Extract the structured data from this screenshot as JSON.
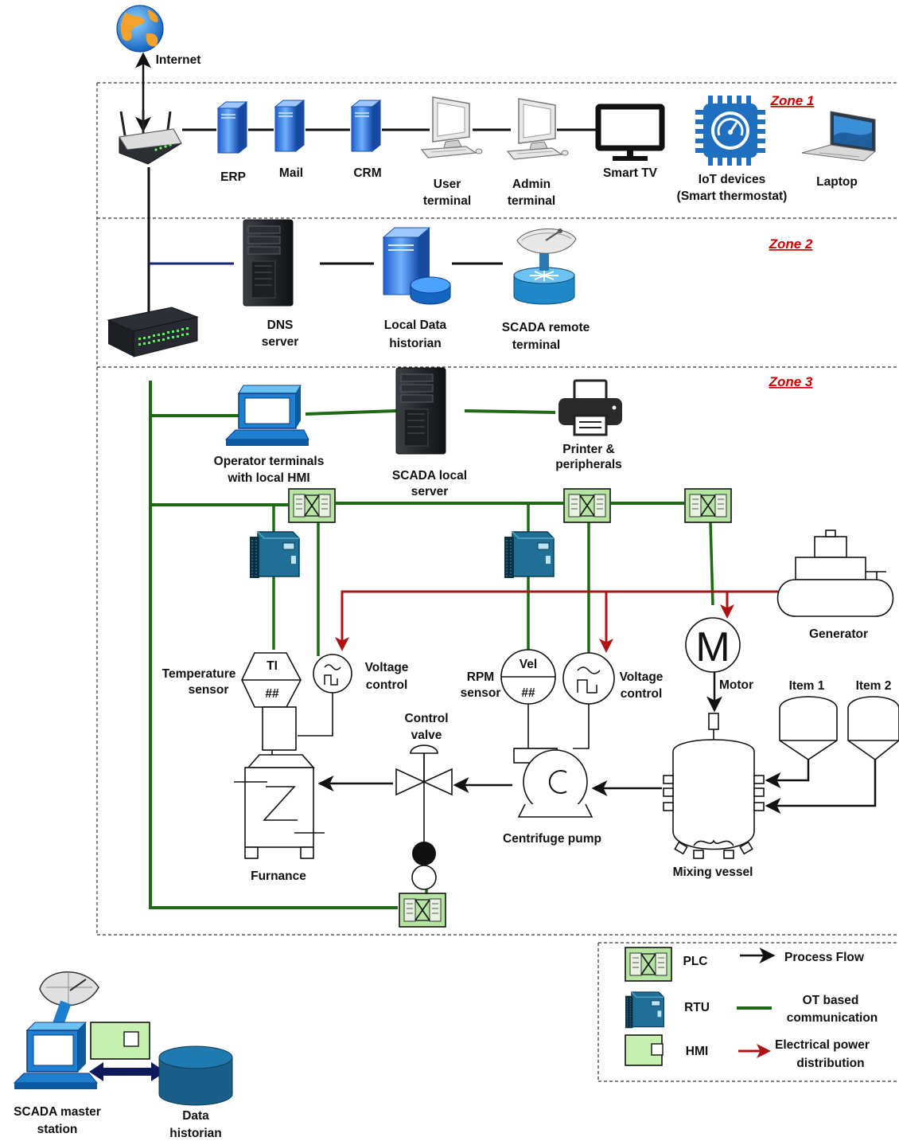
{
  "zones": {
    "zone1": "Zone 1",
    "zone2": "Zone 2",
    "zone3": "Zone 3"
  },
  "zone1_nodes": {
    "internet": "Internet",
    "erp": "ERP",
    "mail": "Mail",
    "crm": "CRM",
    "user_terminal": [
      "User",
      "terminal"
    ],
    "admin_terminal": [
      "Admin",
      "terminal"
    ],
    "smart_tv": "Smart TV",
    "iot": [
      "IoT devices",
      "(Smart thermostat)"
    ],
    "laptop": "Laptop"
  },
  "zone2_nodes": {
    "dns": [
      "DNS",
      "server"
    ],
    "historian": [
      "Local Data",
      "historian"
    ],
    "scada_remote": [
      "SCADA remote",
      "terminal"
    ]
  },
  "zone3_nodes": {
    "operator": [
      "Operator terminals",
      "with local HMI"
    ],
    "scada_local": [
      "SCADA local",
      "server"
    ],
    "printer": [
      "Printer &",
      "peripherals"
    ],
    "generator": "Generator",
    "motor": "Motor",
    "item1": "Item 1",
    "item2": "Item 2",
    "temp_sensor": [
      "Temperature",
      "sensor"
    ],
    "ti": "TI",
    "hash1": "##",
    "voltage1": [
      "Voltage",
      "control"
    ],
    "rpm_sensor": [
      "RPM",
      "sensor"
    ],
    "vel": "Vel",
    "hash2": "##",
    "voltage2": [
      "Voltage",
      "control"
    ],
    "control_valve": [
      "Control",
      "valve"
    ],
    "furnace": "Furnance",
    "pump": "Centrifuge pump",
    "vessel": "Mixing vessel",
    "motor_glyph": "M"
  },
  "master": {
    "station": [
      "SCADA master",
      "station"
    ],
    "historian": [
      "Data",
      "historian"
    ]
  },
  "legend": {
    "plc": "PLC",
    "rtu": "RTU",
    "hmi": "HMI",
    "process_flow": "Process Flow",
    "ot": [
      "OT based",
      "communication"
    ],
    "power": [
      "Electrical power",
      "distribution"
    ]
  },
  "colors": {
    "zone_label": "#d40000",
    "ot_line": "#1e6a14",
    "power_line": "#b01212",
    "plc_fill": "#b6e5a2",
    "rtu_blue": "#1f6f96",
    "hmi_fill": "#c6f0b0"
  }
}
